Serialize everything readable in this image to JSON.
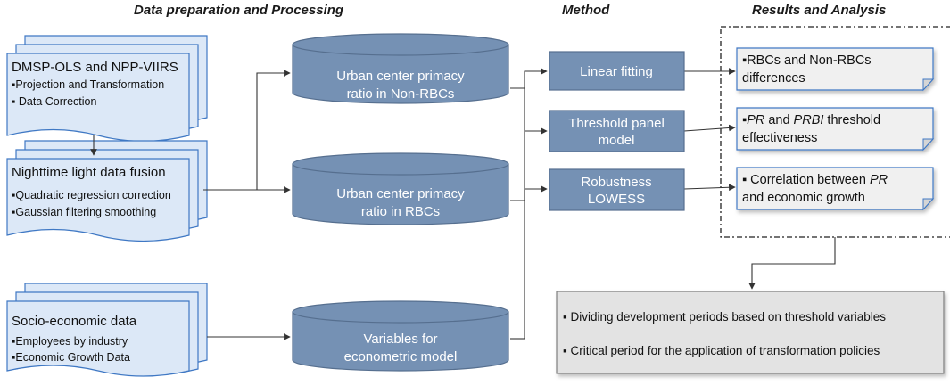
{
  "headers": {
    "prep": "Data preparation and Processing",
    "method": "Method",
    "results": "Results and Analysis"
  },
  "sources": {
    "dmsp": {
      "title": "DMSP-OLS and NPP-VIIRS",
      "items": [
        "▪Projection and Transformation",
        "▪ Data Correction"
      ]
    },
    "fusion": {
      "title": "Nighttime light data fusion",
      "items": [
        "▪Quadratic regression correction",
        "▪Gaussian filtering smoothing"
      ]
    },
    "socio": {
      "title": "Socio-economic data",
      "items": [
        "▪Employees by industry",
        "▪Economic Growth Data"
      ]
    }
  },
  "cylinders": {
    "non_rbc": [
      "Urban center primacy",
      "ratio in Non-RBCs"
    ],
    "rbc": [
      "Urban center primacy",
      "ratio in RBCs"
    ],
    "variables": [
      "Variables for",
      "econometric model"
    ]
  },
  "methods": {
    "linear": [
      "Linear fitting"
    ],
    "threshold": [
      "Threshold panel",
      "model"
    ],
    "robustness": [
      "Robustness",
      "LOWESS"
    ]
  },
  "results": {
    "r1": [
      [
        {
          "t": "▪RBCs and Non-RBCs",
          "i": false
        }
      ],
      [
        {
          "t": "differences",
          "i": false
        }
      ]
    ],
    "r2": [
      [
        {
          "t": "▪",
          "i": false
        },
        {
          "t": "PR",
          "i": true
        },
        {
          "t": " and ",
          "i": false
        },
        {
          "t": "PRBI",
          "i": true
        },
        {
          "t": " threshold",
          "i": false
        }
      ],
      [
        {
          "t": "effectiveness",
          "i": false
        }
      ]
    ],
    "r3": [
      [
        {
          "t": "▪ Correlation between ",
          "i": false
        },
        {
          "t": "PR",
          "i": true
        }
      ],
      [
        {
          "t": "and economic growth",
          "i": false
        }
      ]
    ]
  },
  "summary": {
    "items": [
      "▪ Dividing development periods based on threshold variables",
      "▪ Critical period for the application of transformation policies"
    ]
  },
  "colors": {
    "doc_fill": "#dce8f7",
    "doc_stroke": "#3f78c4",
    "node_fill": "#7591b4",
    "node_stroke": "#566f8f",
    "result_fill": "#f0f0f0",
    "summary_fill": "#e3e3e3"
  }
}
